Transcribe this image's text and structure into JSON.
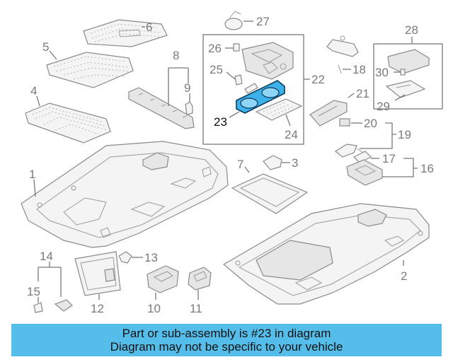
{
  "callouts": {
    "c1": "1",
    "c2": "2",
    "c3": "3",
    "c4": "4",
    "c5": "5",
    "c6": "6",
    "c7": "7",
    "c8": "8",
    "c9": "9",
    "c10": "10",
    "c11": "11",
    "c12": "12",
    "c13": "13",
    "c14": "14",
    "c15": "15",
    "c16": "16",
    "c17": "17",
    "c18": "18",
    "c19": "19",
    "c20": "20",
    "c21": "21",
    "c22": "22",
    "c23": "23",
    "c24": "24",
    "c25": "25",
    "c26": "26",
    "c27": "27",
    "c28": "28",
    "c29": "29",
    "c30": "30"
  },
  "highlighted_part": "23",
  "colors": {
    "highlight": "#3db2ea",
    "banner": "#55bde9",
    "line_art": "#8a8a8a"
  },
  "banner": {
    "line1": "Part or sub-assembly is #23 in diagram",
    "line2": "Diagram may not be specific to your vehicle"
  }
}
